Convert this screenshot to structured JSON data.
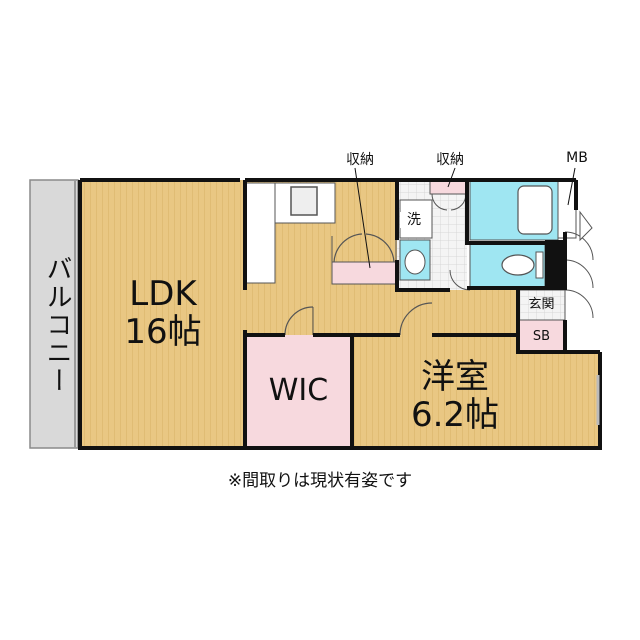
{
  "rooms": {
    "balcony": "バルコニー",
    "ldk_name": "LDK",
    "ldk_size": "16帖",
    "wic": "WIC",
    "western_name": "洋室",
    "western_size": "6.2帖",
    "storage_1": "収納",
    "storage_2": "収納",
    "mb": "MB",
    "washroom": "洗",
    "entrance": "玄関",
    "shoe_box": "SB"
  },
  "note": "※間取りは現状有姿です",
  "colors": {
    "wood_floor": "#e9c783",
    "tile_floor": "#f2f2f2",
    "wic_floor": "#f7d9de",
    "water": "#9fe6f2",
    "balcony": "#d9d9d9",
    "wall": "#111111"
  }
}
